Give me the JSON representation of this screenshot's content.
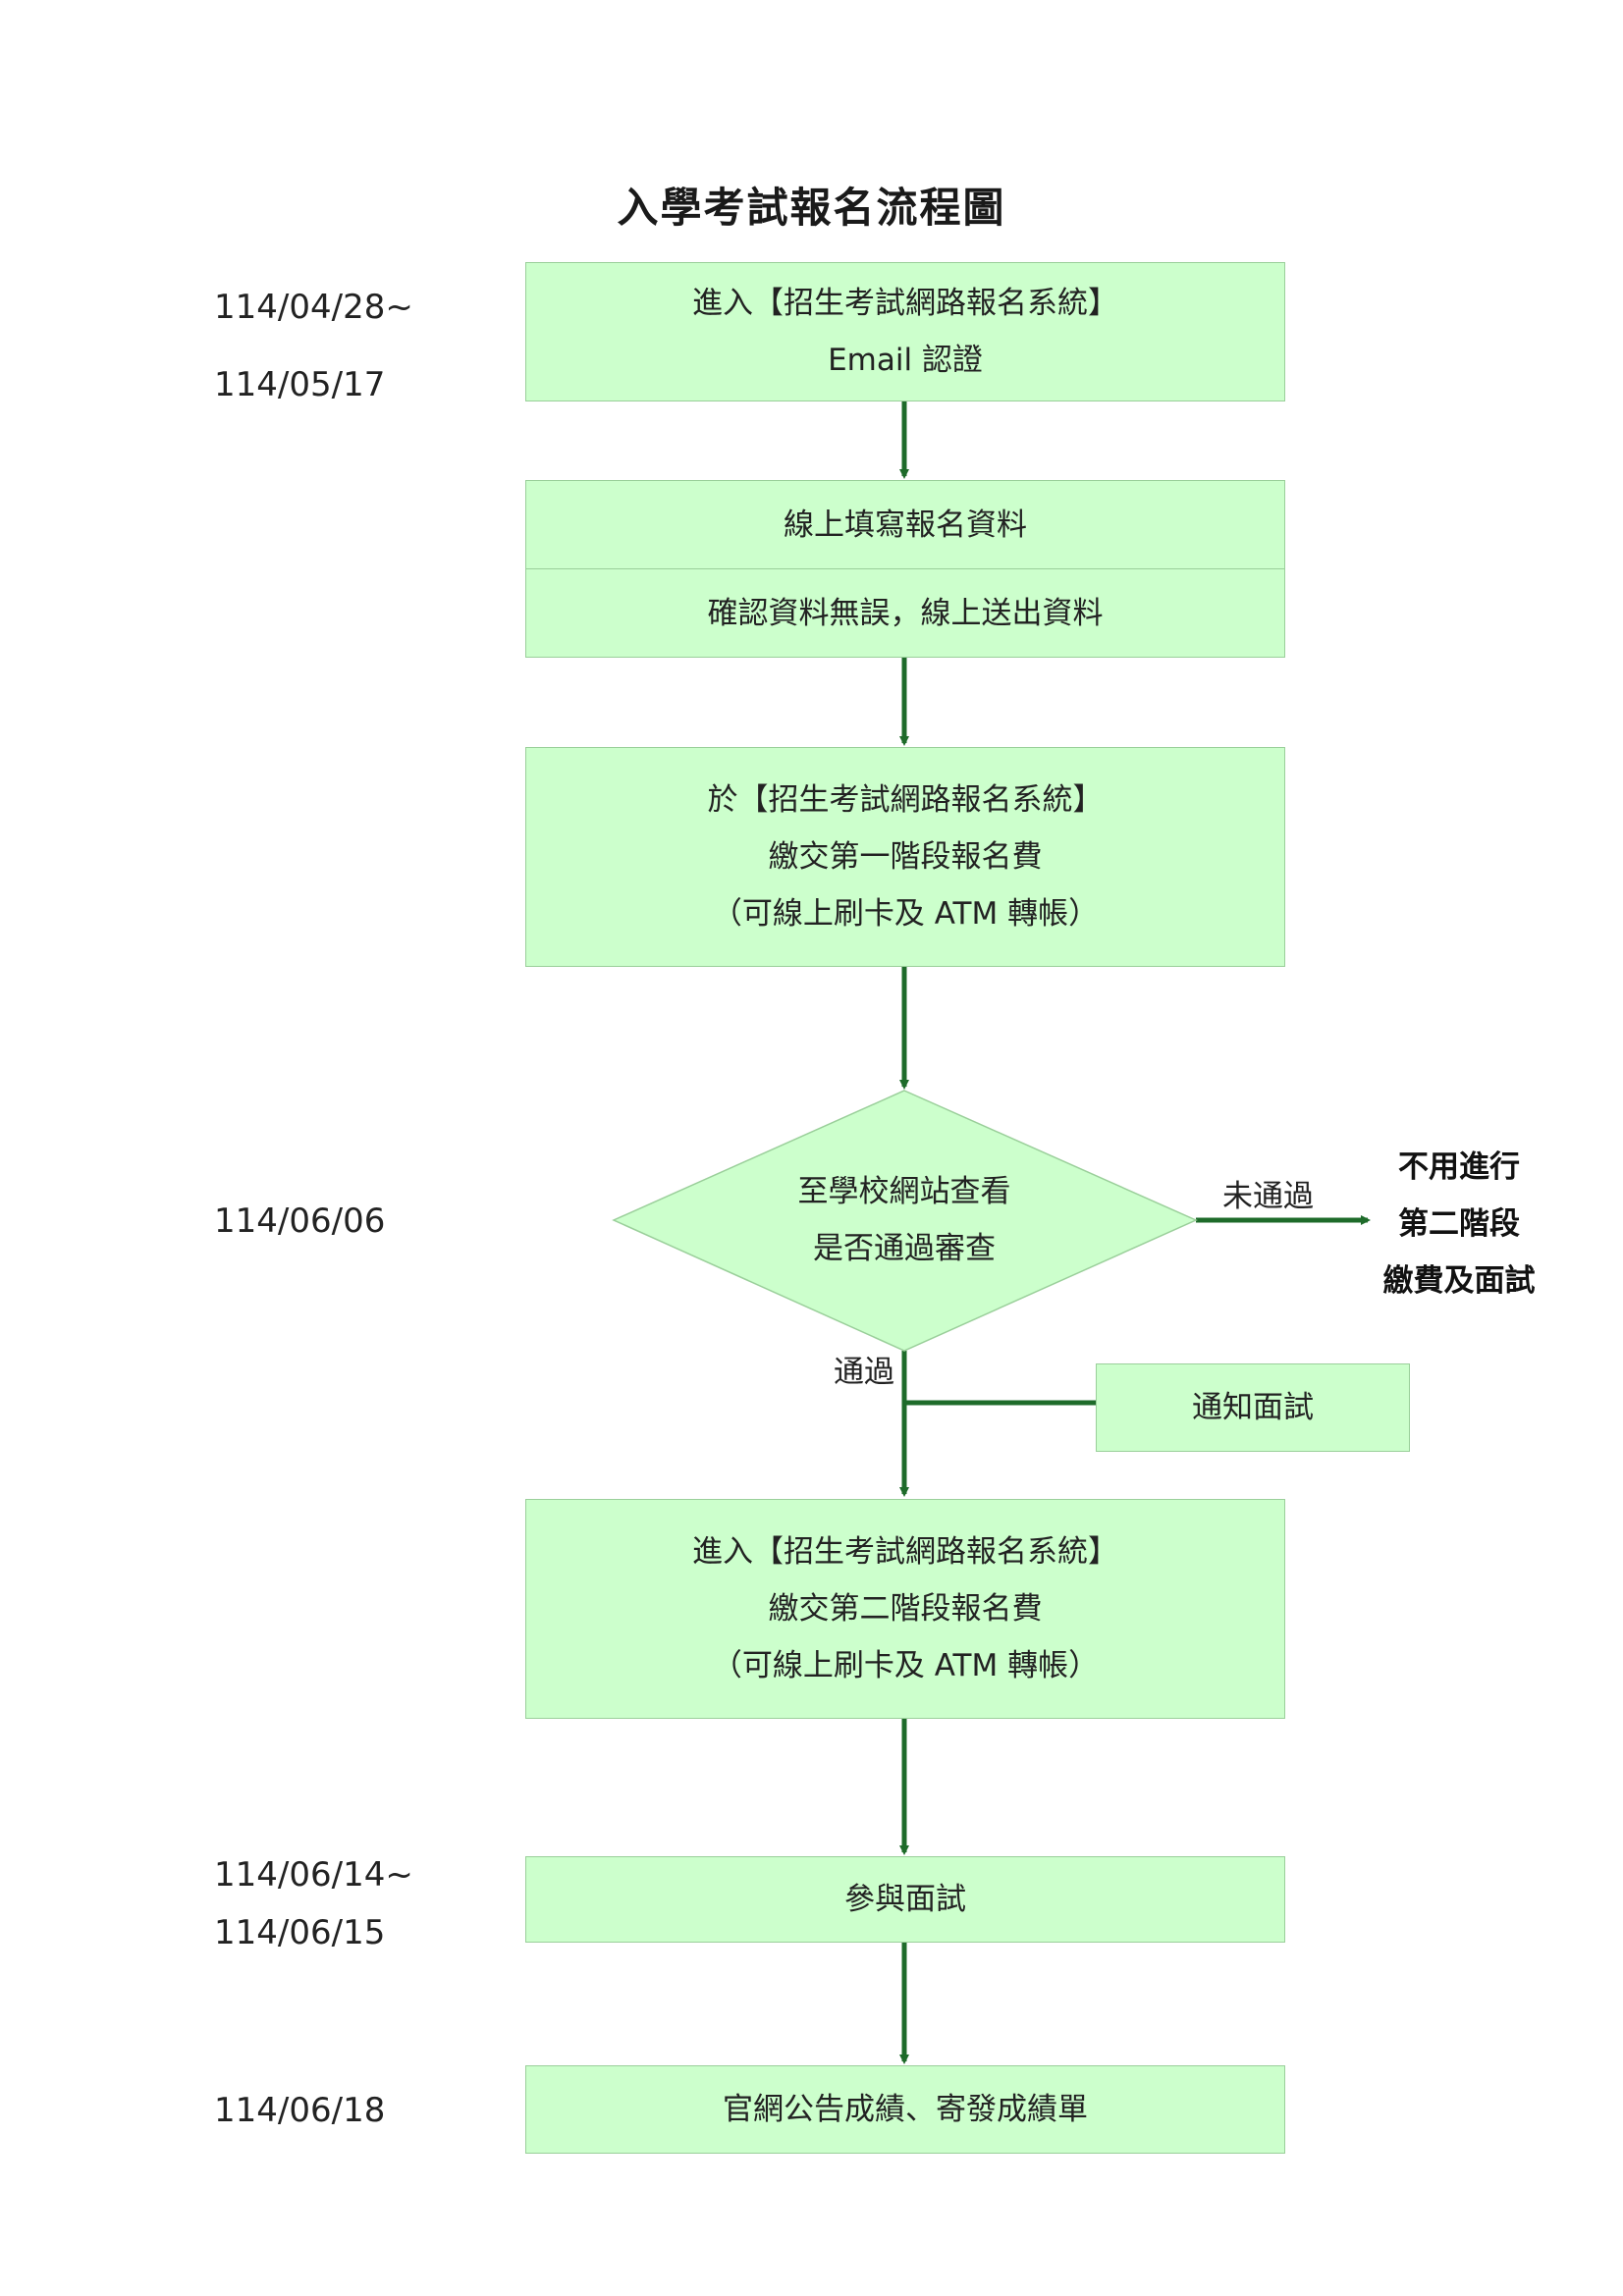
{
  "title": "入學考試報名流程圖",
  "dates": {
    "d1_line1": "114/04/28~",
    "d1_line2": "114/05/17",
    "d2": "114/06/06",
    "d3_line1": "114/06/14~",
    "d3_line2": "114/06/15",
    "d4": "114/06/18"
  },
  "steps": {
    "enter_system": {
      "line1": "進入【招生考試網路報名系統】",
      "line2": "Email 認證"
    },
    "fill_info": {
      "row1": "線上填寫報名資料",
      "row2": "確認資料無誤，線上送出資料"
    },
    "first_fee": {
      "line1": "於【招生考試網路報名系統】",
      "line2": "繳交第一階段報名費",
      "line3": "（可線上刷卡及 ATM 轉帳）"
    },
    "review": {
      "line1": "至學校網站查看",
      "line2": "是否通過審查"
    },
    "notify_interview": "通知面試",
    "second_fee": {
      "line1": "進入【招生考試網路報名系統】",
      "line2": "繳交第二階段報名費",
      "line3": "（可線上刷卡及 ATM 轉帳）"
    },
    "interview": "參與面試",
    "results": "官網公告成績、寄發成績單"
  },
  "branch": {
    "fail_label": "未通過",
    "pass_label": "通過",
    "fail_outcome": {
      "line1": "不用進行",
      "line2": "第二階段",
      "line3": "繳費及面試"
    }
  },
  "colors": {
    "box_fill": "#ccffcc",
    "box_border": "#9acf9a",
    "arrow": "#1e6b2a"
  }
}
